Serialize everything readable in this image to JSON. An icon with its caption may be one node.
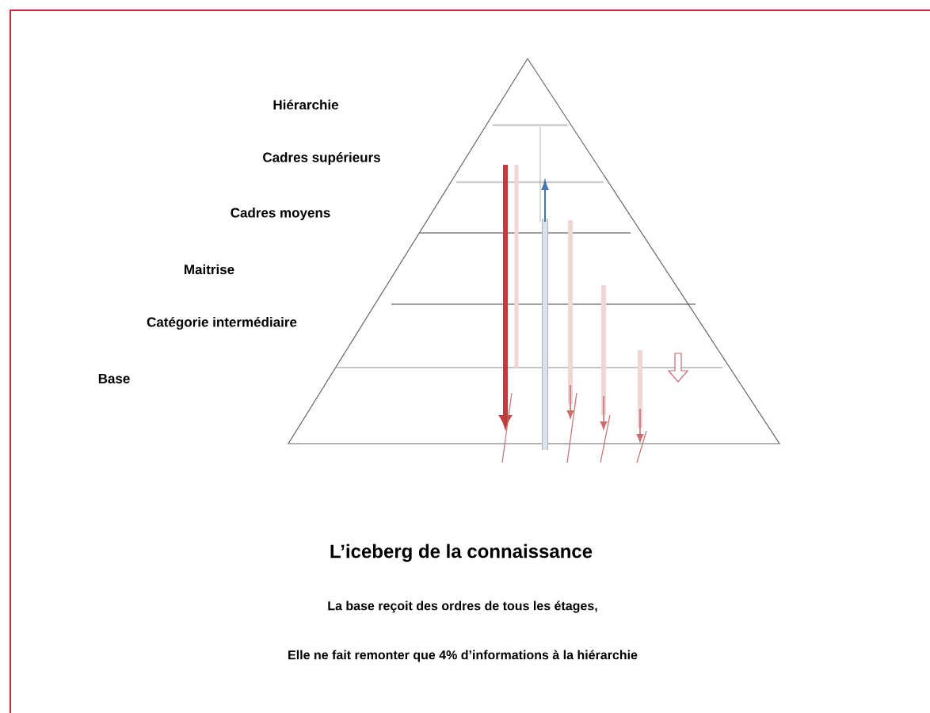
{
  "diagram": {
    "title": "L’iceberg de la connaissance",
    "labels": [
      "Hiérarchie",
      "Cadres supérieurs",
      "Cadres moyens",
      "Maitrise",
      "Catégorie intermédiaire",
      "Base",
      "La base reçoit des ordres de tous les étages,",
      "Elle ne fait remonter que 4% d’informations à la hiérarchie"
    ]
  }
}
